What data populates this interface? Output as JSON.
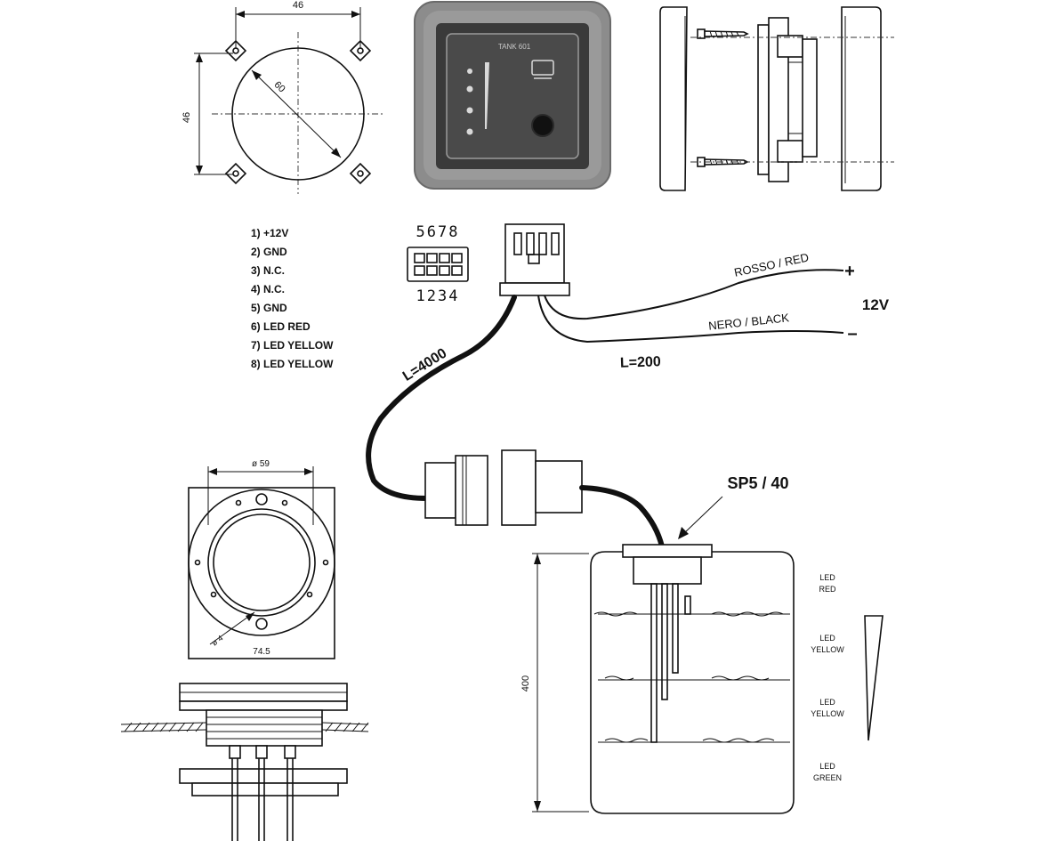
{
  "panel_drawing": {
    "dim_width": "46",
    "dim_height": "46",
    "dim_diameter": "60",
    "panel_small_title": "TANK 601"
  },
  "connector": {
    "pins_top": "5678",
    "pins_bottom": "1234"
  },
  "pinout": [
    "1)  +12V",
    "2)  GND",
    "3)  N.C.",
    "4)  N.C.",
    "5)  GND",
    "6)  LED RED",
    "7)  LED YELLOW",
    "8)  LED YELLOW"
  ],
  "wiring": {
    "red_wire": "ROSSO / RED",
    "black_wire": "NERO / BLACK",
    "plus": "+",
    "minus": "–",
    "voltage": "12V",
    "short_length": "L=200",
    "long_length": "L=4000"
  },
  "probe": {
    "model": "SP5 / 40",
    "height_dim": "400"
  },
  "flange": {
    "dim_top": "ø 59",
    "dim_bottom": "74.5",
    "dim_angle": "ø 4"
  },
  "level_labels": [
    {
      "line1": "LED",
      "line2": "RED"
    },
    {
      "line1": "LED",
      "line2": "YELLOW"
    },
    {
      "line1": "LED",
      "line2": "YELLOW"
    },
    {
      "line1": "LED",
      "line2": "GREEN"
    }
  ],
  "colors": {
    "panel_frame": "#8c8c8c",
    "panel_face": "#4a4a4a",
    "ink": "#111111"
  }
}
